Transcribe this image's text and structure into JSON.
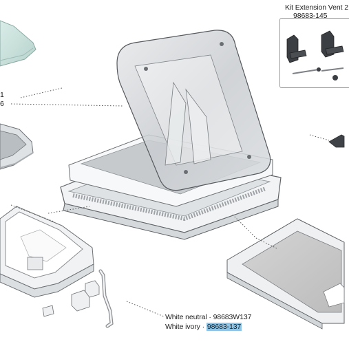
{
  "labels": {
    "kit_title": "Kit Extension Vent 2",
    "kit_code": "98683-145",
    "left_cut_top": "1",
    "left_cut_bottom": "6",
    "white_neutral": "White neutral · 98683W137",
    "white_ivory_prefix": "White ivory · ",
    "white_ivory_code": "98683-137"
  },
  "colors": {
    "highlight": "#8fc6e8",
    "line": "#555555",
    "dome_tint": "#c9cbcd",
    "frame_white": "#eef0f2",
    "panel_grey": "#c8c8c8"
  }
}
